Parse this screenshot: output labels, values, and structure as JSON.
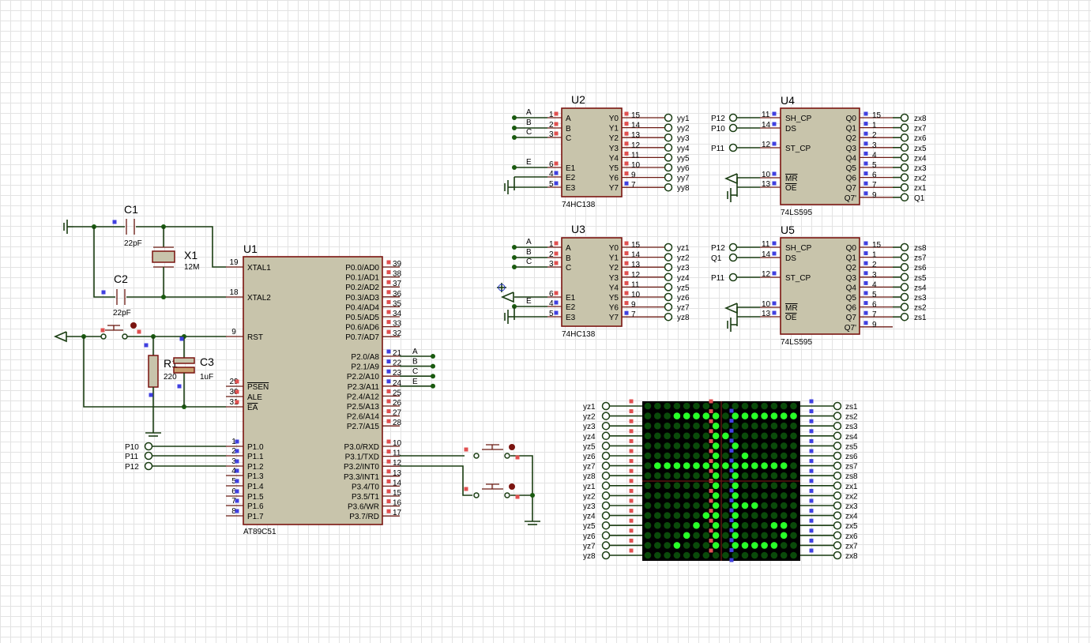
{
  "u1": {
    "ref": "U1",
    "type": "AT89C51",
    "left": [
      {
        "pin": "19",
        "name": "XTAL1"
      },
      {
        "pin": "18",
        "name": "XTAL2"
      },
      {
        "pin": "9",
        "name": "RST"
      },
      {
        "pin": "29",
        "name": "PSEN"
      },
      {
        "pin": "30",
        "name": "ALE"
      },
      {
        "pin": "31",
        "name": "EA"
      },
      {
        "pin": "1",
        "name": "P1.0"
      },
      {
        "pin": "2",
        "name": "P1.1"
      },
      {
        "pin": "3",
        "name": "P1.2"
      },
      {
        "pin": "4",
        "name": "P1.3"
      },
      {
        "pin": "5",
        "name": "P1.4"
      },
      {
        "pin": "6",
        "name": "P1.5"
      },
      {
        "pin": "7",
        "name": "P1.6"
      },
      {
        "pin": "8",
        "name": "P1.7"
      }
    ],
    "right": [
      {
        "pin": "39",
        "name": "P0.0/AD0"
      },
      {
        "pin": "38",
        "name": "P0.1/AD1"
      },
      {
        "pin": "37",
        "name": "P0.2/AD2"
      },
      {
        "pin": "36",
        "name": "P0.3/AD3"
      },
      {
        "pin": "35",
        "name": "P0.4/AD4"
      },
      {
        "pin": "34",
        "name": "P0.5/AD5"
      },
      {
        "pin": "33",
        "name": "P0.6/AD6"
      },
      {
        "pin": "32",
        "name": "P0.7/AD7"
      },
      {
        "pin": "21",
        "name": "P2.0/A8"
      },
      {
        "pin": "22",
        "name": "P2.1/A9"
      },
      {
        "pin": "23",
        "name": "P2.2/A10"
      },
      {
        "pin": "24",
        "name": "P2.3/A11"
      },
      {
        "pin": "25",
        "name": "P2.4/A12"
      },
      {
        "pin": "26",
        "name": "P2.5/A13"
      },
      {
        "pin": "27",
        "name": "P2.6/A14"
      },
      {
        "pin": "28",
        "name": "P2.7/A15"
      },
      {
        "pin": "10",
        "name": "P3.0/RXD"
      },
      {
        "pin": "11",
        "name": "P3.1/TXD"
      },
      {
        "pin": "12",
        "name": "P3.2/INT0"
      },
      {
        "pin": "13",
        "name": "P3.3/INT1"
      },
      {
        "pin": "14",
        "name": "P3.4/T0"
      },
      {
        "pin": "15",
        "name": "P3.5/T1"
      },
      {
        "pin": "16",
        "name": "P3.6/WR"
      },
      {
        "pin": "17",
        "name": "P3.7/RD"
      }
    ],
    "port2_nets": [
      "A",
      "B",
      "C",
      "E"
    ],
    "p1_nets": [
      "P10",
      "P11",
      "P12"
    ]
  },
  "passives": {
    "c1": {
      "ref": "C1",
      "value": "22pF"
    },
    "c2": {
      "ref": "C2",
      "value": "22pF"
    },
    "x1": {
      "ref": "X1",
      "value": "12M"
    },
    "r1": {
      "ref": "R1",
      "value": "220"
    },
    "c3": {
      "ref": "C3",
      "value": "1uF"
    }
  },
  "decoders": [
    {
      "ref": "U2",
      "type": "74HC138",
      "inputs": [
        {
          "pin": "1",
          "name": "A",
          "net": "A"
        },
        {
          "pin": "2",
          "name": "B",
          "net": "B"
        },
        {
          "pin": "3",
          "name": "C",
          "net": "C"
        },
        {
          "pin": "6",
          "name": "E1",
          "net": "E"
        },
        {
          "pin": "4",
          "name": "E2",
          "net": ""
        },
        {
          "pin": "5",
          "name": "E3",
          "net": ""
        }
      ],
      "outputs": [
        {
          "pin": "15",
          "name": "Y0",
          "net": "yy1"
        },
        {
          "pin": "14",
          "name": "Y1",
          "net": "yy2"
        },
        {
          "pin": "13",
          "name": "Y2",
          "net": "yy3"
        },
        {
          "pin": "12",
          "name": "Y3",
          "net": "yy4"
        },
        {
          "pin": "11",
          "name": "Y4",
          "net": "yy5"
        },
        {
          "pin": "10",
          "name": "Y5",
          "net": "yy6"
        },
        {
          "pin": "9",
          "name": "Y6",
          "net": "yy7"
        },
        {
          "pin": "7",
          "name": "Y7",
          "net": "yy8"
        }
      ]
    },
    {
      "ref": "U3",
      "type": "74HC138",
      "inputs": [
        {
          "pin": "1",
          "name": "A",
          "net": "A"
        },
        {
          "pin": "2",
          "name": "B",
          "net": "B"
        },
        {
          "pin": "3",
          "name": "C",
          "net": "C"
        },
        {
          "pin": "6",
          "name": "E1",
          "net": ""
        },
        {
          "pin": "4",
          "name": "E2",
          "net": "E"
        },
        {
          "pin": "5",
          "name": "E3",
          "net": ""
        }
      ],
      "outputs": [
        {
          "pin": "15",
          "name": "Y0",
          "net": "yz1"
        },
        {
          "pin": "14",
          "name": "Y1",
          "net": "yz2"
        },
        {
          "pin": "13",
          "name": "Y2",
          "net": "yz3"
        },
        {
          "pin": "12",
          "name": "Y3",
          "net": "yz4"
        },
        {
          "pin": "11",
          "name": "Y4",
          "net": "yz5"
        },
        {
          "pin": "10",
          "name": "Y5",
          "net": "yz6"
        },
        {
          "pin": "9",
          "name": "Y6",
          "net": "yz7"
        },
        {
          "pin": "7",
          "name": "Y7",
          "net": "yz8"
        }
      ]
    }
  ],
  "shiftregs": [
    {
      "ref": "U4",
      "type": "74LS595",
      "inputs": [
        {
          "pin": "11",
          "name": "SH_CP",
          "net": "P12"
        },
        {
          "pin": "14",
          "name": "DS",
          "net": "P10"
        },
        {
          "pin": "12",
          "name": "ST_CP",
          "net": "P11"
        },
        {
          "pin": "10",
          "name": "MR",
          "net": ""
        },
        {
          "pin": "13",
          "name": "OE",
          "net": ""
        }
      ],
      "outputs": [
        {
          "pin": "15",
          "name": "Q0",
          "net": "zx8"
        },
        {
          "pin": "1",
          "name": "Q1",
          "net": "zx7"
        },
        {
          "pin": "2",
          "name": "Q2",
          "net": "zx6"
        },
        {
          "pin": "3",
          "name": "Q3",
          "net": "zx5"
        },
        {
          "pin": "4",
          "name": "Q4",
          "net": "zx4"
        },
        {
          "pin": "5",
          "name": "Q5",
          "net": "zx3"
        },
        {
          "pin": "6",
          "name": "Q6",
          "net": "zx2"
        },
        {
          "pin": "7",
          "name": "Q7",
          "net": "zx1"
        },
        {
          "pin": "9",
          "name": "Q7'",
          "net": "Q1"
        }
      ]
    },
    {
      "ref": "U5",
      "type": "74LS595",
      "inputs": [
        {
          "pin": "11",
          "name": "SH_CP",
          "net": "P12"
        },
        {
          "pin": "14",
          "name": "DS",
          "net": "Q1"
        },
        {
          "pin": "12",
          "name": "ST_CP",
          "net": "P11"
        },
        {
          "pin": "10",
          "name": "MR",
          "net": ""
        },
        {
          "pin": "13",
          "name": "OE",
          "net": ""
        }
      ],
      "outputs": [
        {
          "pin": "15",
          "name": "Q0",
          "net": "zs8"
        },
        {
          "pin": "1",
          "name": "Q1",
          "net": "zs7"
        },
        {
          "pin": "2",
          "name": "Q2",
          "net": "zs6"
        },
        {
          "pin": "3",
          "name": "Q3",
          "net": "zs5"
        },
        {
          "pin": "4",
          "name": "Q4",
          "net": "zs4"
        },
        {
          "pin": "5",
          "name": "Q5",
          "net": "zs3"
        },
        {
          "pin": "6",
          "name": "Q6",
          "net": "zs2"
        },
        {
          "pin": "7",
          "name": "Q7",
          "net": "zs1"
        },
        {
          "pin": "9",
          "name": "Q7'",
          "net": ""
        }
      ]
    }
  ],
  "matrix": {
    "left_labels": [
      "yz1",
      "yz2",
      "yz3",
      "yz4",
      "yz5",
      "yz6",
      "yz7",
      "yz8",
      "yz1",
      "yz2",
      "yz3",
      "yz4",
      "yz5",
      "yz6",
      "yz7",
      "yz8"
    ],
    "right_labels": [
      "zs1",
      "zs2",
      "zs3",
      "zs4",
      "zs5",
      "zs6",
      "zs7",
      "zs8",
      "zx1",
      "zx2",
      "zx3",
      "zx4",
      "zx5",
      "zx6",
      "zx7",
      "zx8"
    ],
    "lit_rows": [
      "0000000000000000",
      "0001111101111111",
      "0000000100000000",
      "0000000110000000",
      "0000000101000000",
      "0000000100100000",
      "0111111111111110",
      "0000000101000000",
      "0000000101000000",
      "0000000101000000",
      "0000000101110000",
      "0000001101000000",
      "0000010101000110",
      "0000100101000010",
      "0001000101111100",
      "0000000000000000"
    ],
    "colors": {
      "on": "#28ff28",
      "off": "#0a4a0a",
      "bg": "#000000"
    }
  }
}
